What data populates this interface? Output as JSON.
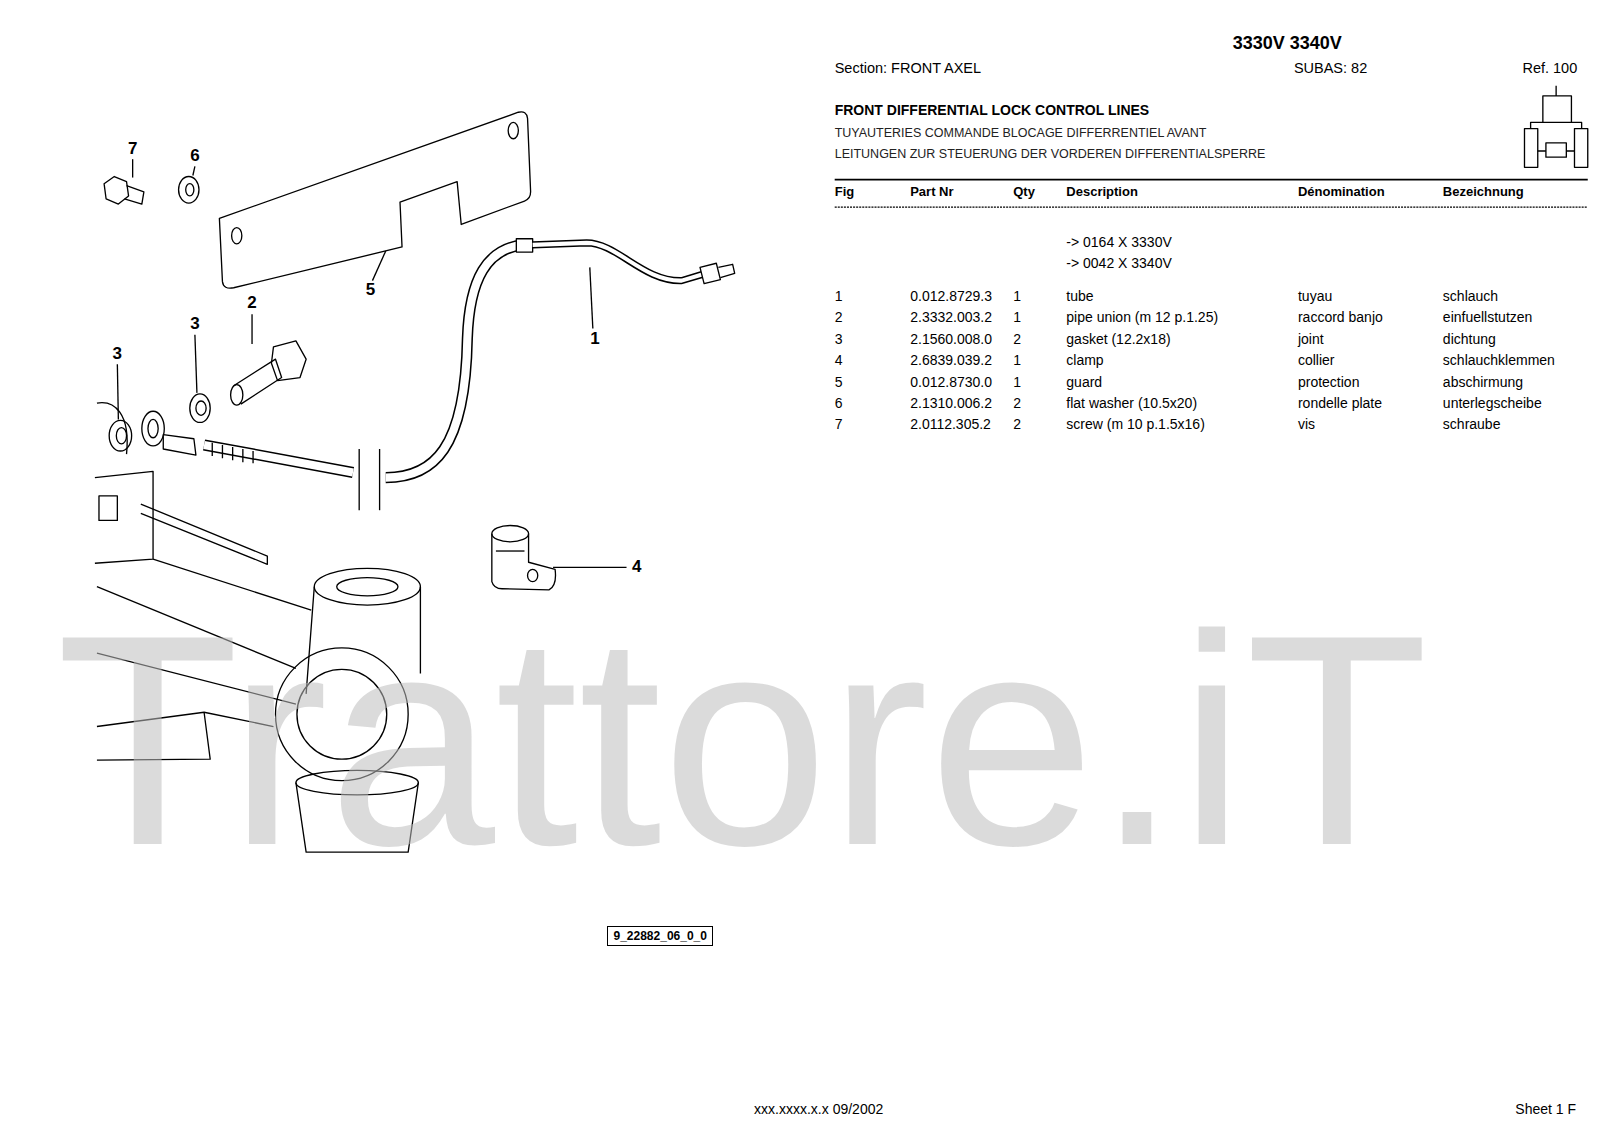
{
  "diagram": {
    "title": "FRONT DIFFERENTIAL LOCK CONTROL LINES",
    "nodes": [
      {
        "text": [
          "9_22882_06_0_0"
        ]
      }
    ],
    "edges": [],
    "labels": [
      "3330V 3340V",
      "Section: FRONT AXEL",
      "SUBAS: 82",
      "Ref. 100",
      "TUYAUTERIES COMMANDE BLOCAGE DIFFERRENTIEL AVANT",
      "LEITUNGEN ZUR STEUERUNG DER VORDEREN DIFFERENTIALSPERRE",
      "Fig",
      "Part Nr",
      "Qty",
      "Description",
      "Dénomination",
      "Bezeichnung",
      "-> 0164 X 3330V",
      "-> 0042 X 3340V",
      "1",
      "0.012.8729.3",
      "1",
      "tube",
      "tuyau",
      "schlauch",
      "2",
      "2.3332.003.2",
      "1",
      "pipe union (m 12 p.1.25)",
      "raccord banjo",
      "einfuellstutzen",
      "3",
      "2.1560.008.0",
      "2",
      "gasket (12.2x18)",
      "joint",
      "dichtung",
      "4",
      "2.6839.039.2",
      "1",
      "clamp",
      "collier",
      "schlauchklemmen",
      "5",
      "0.012.8730.0",
      "1",
      "guard",
      "protection",
      "abschirmung",
      "6",
      "2.1310.006.2",
      "2",
      "flat washer (10.5x20)",
      "rondelle plate",
      "unterlegscheibe",
      "7",
      "2.0112.305.2",
      "2",
      "screw (m 10 p.1.5x16)",
      "vis",
      "schraube",
      "7",
      "6",
      "5",
      "2",
      "3",
      "3",
      "1",
      "4",
      "Trattore.iT",
      "xxx.xxxx.x.x 09/2002",
      "Sheet 1 F"
    ]
  }
}
